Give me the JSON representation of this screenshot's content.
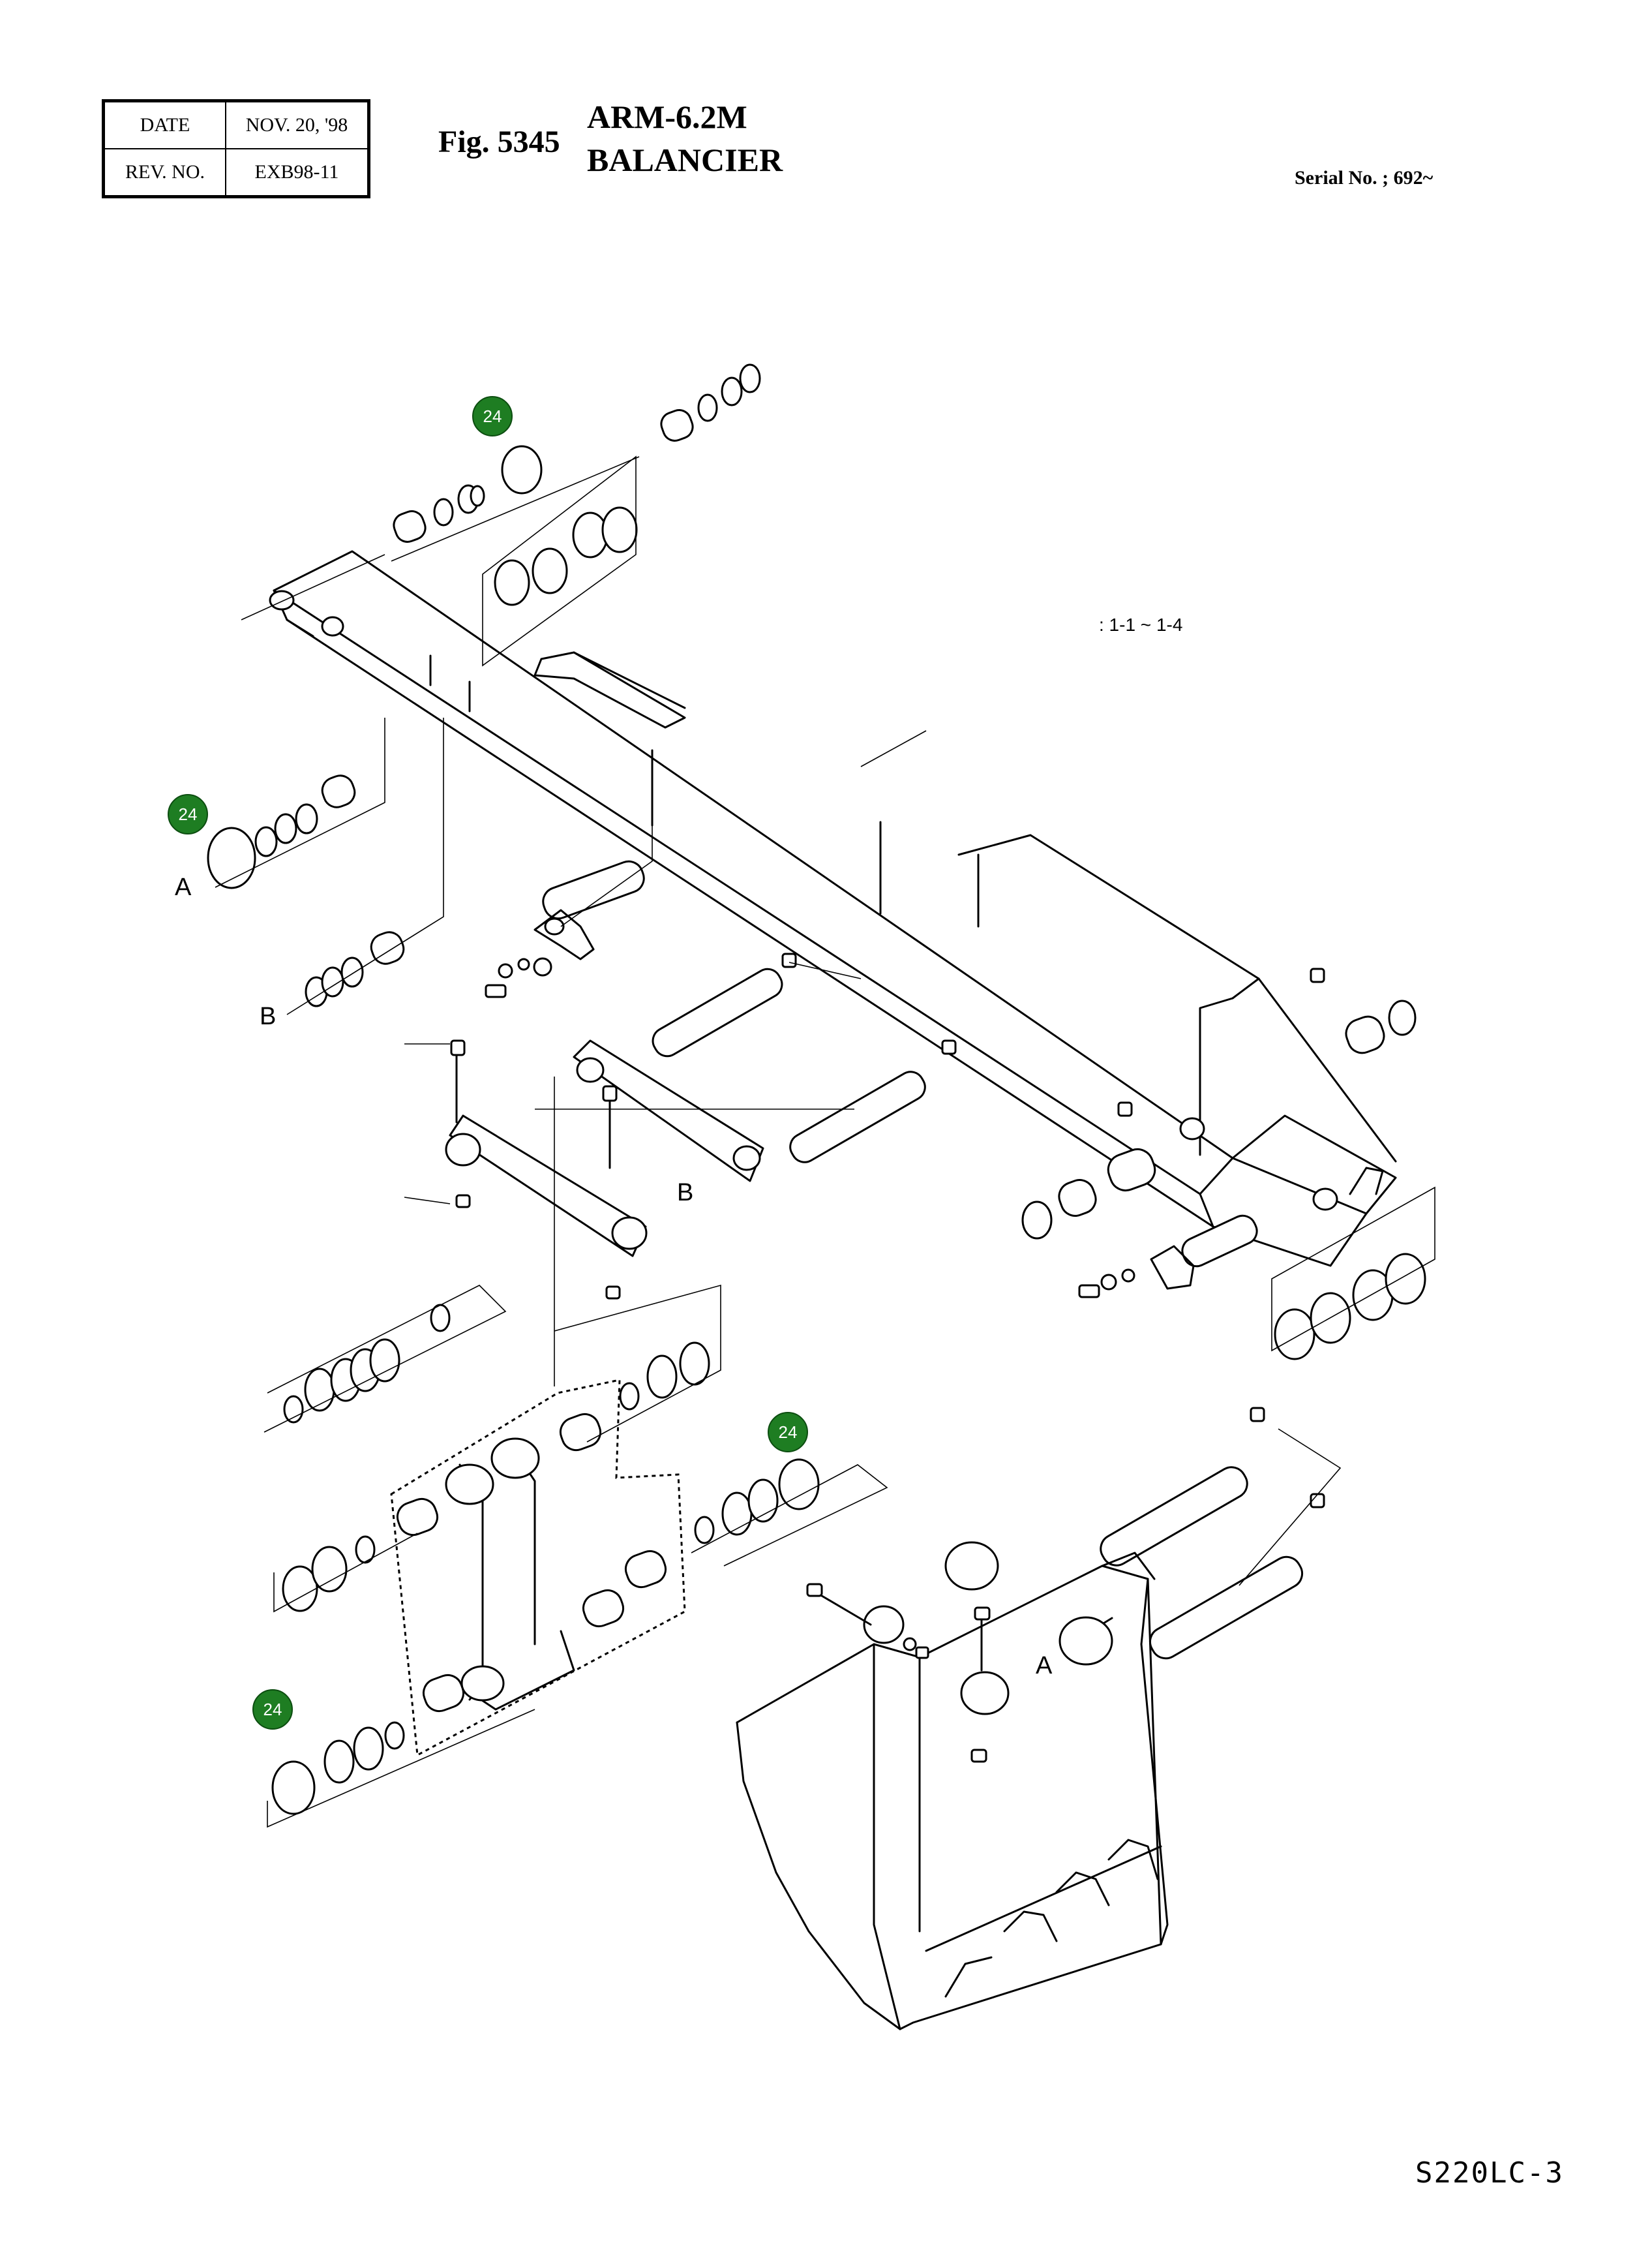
{
  "header": {
    "date_label": "DATE",
    "date_value": "NOV. 20, '98",
    "rev_label": "REV. NO.",
    "rev_value": "EXB98-11",
    "fig_number": "Fig. 5345",
    "title_en": "ARM-6.2M",
    "title_fr": "BALANCIER",
    "serial": "Serial No. ; 692~"
  },
  "ref_note": ": 1-1 ~ 1-4",
  "model": "S220LC-3",
  "callouts": {
    "a1": "A",
    "a2": "A",
    "b1": "B",
    "b2": "B",
    "badge1": "24",
    "badge2": "24",
    "badge3": "24",
    "badge4": "24"
  },
  "colors": {
    "badge_fill": "#1e7d22",
    "line": "#000000"
  }
}
